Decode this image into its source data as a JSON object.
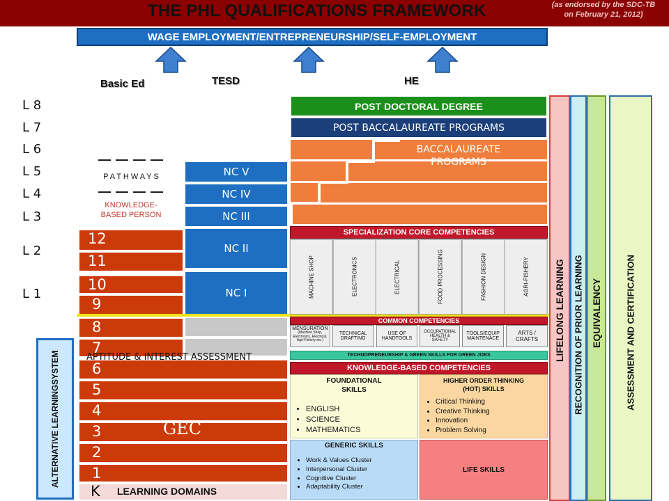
{
  "header": {
    "title": "THE PHL QUALIFICATIONS FRAMEWORK",
    "note_line1": "(as endorsed by the SDC-TB",
    "note_line2": "on February 21, 2012)"
  },
  "wage_bar": "WAGE EMPLOYMENT/ENTREPRENEURSHIP/SELF-EMPLOYMENT",
  "columns": {
    "basic_ed": "Basic Ed",
    "tesd": "TESD",
    "he": "HE"
  },
  "levels": [
    "L 8",
    "L 7",
    "L 6",
    "L 5",
    "L 4",
    "L 3",
    "L 2",
    "L 1"
  ],
  "pathways": {
    "dashes_top": "— — — —",
    "label": "P A T H W A Y S",
    "dashes_bottom": "— — — —",
    "knowledge_based_line1": "KNOWLEDGE-",
    "knowledge_based_line2": "BASED PERSON"
  },
  "tesd_levels": {
    "nc5": "NC V",
    "nc4": "NC IV",
    "nc3": "NC III",
    "nc2": "NC II",
    "nc1": "NC I"
  },
  "grades": [
    "12",
    "11",
    "10",
    "9",
    "8",
    "7",
    "6",
    "5",
    "4",
    "3",
    "2",
    "1",
    "K"
  ],
  "gec": "GEC",
  "aptitude": "APTITUDE & INTEREST ASSESSMENT",
  "learning_domains": "LEARNING DOMAINS",
  "als": {
    "line1": "ALTERNATIVE LEARNING",
    "line2": "SYSTEM"
  },
  "he": {
    "post_doctoral": "POST DOCTORAL DEGREE",
    "post_bacc": "POST BACCALAUREATE PROGRAMS",
    "bacc_line1": "BACCALAUREATE",
    "bacc_line2": "PROGRAMS"
  },
  "specialization": {
    "title": "SPECIALIZATION CORE COMPETENCIES",
    "items": [
      "MACHINE SHOP",
      "ELECTRONICS",
      "ELECTRICAL",
      "FOOD PROCESSING",
      "FASHION DESIGN",
      "AGRI-FISHERY"
    ]
  },
  "common": {
    "title": "COMMON COMPETENCIES",
    "mensuration": "MENSURATION",
    "mensuration_sub": "(Machine Shop, Electronics, Electrical, Agri-Fishery etc.)",
    "technical_drafting": "TECHNICAL DRAFTING",
    "hand_tools": "USE OF HANDTOOLS",
    "ohs": "OCCUPATIONAL HEALTH & SAFETY",
    "tools_maintenance": "TOOLS/EQUIP MAINTENACE",
    "arts_crafts": "ARTS / CRAFTS"
  },
  "technopreneurship": "TECHNOPRENEURSHIP & GREEN SKILLS FOR GREEN JOBS",
  "knowledge_based": "KNOWLEDGE-BASED COMPETENCIES",
  "foundational": {
    "title_line1": "FOUNDATIONAL",
    "title_line2": "SKILLS",
    "items": [
      "ENGLISH",
      "SCIENCE",
      "MATHEMATICS"
    ]
  },
  "hot": {
    "title_line1": "HIGHER ORDER THINKING",
    "title_line2": "(HOT) SKILLS",
    "items": [
      "Critical Thinking",
      "Creative Thinking",
      "Innovation",
      "Problem Solving"
    ]
  },
  "generic": {
    "title": "GENERIC SKILLS",
    "items": [
      "Work & Values Cluster",
      "Interpersonal Cluster",
      "Cognitive Cluster",
      "Adaptability Cluster"
    ]
  },
  "life_skills": "LIFE SKILLS",
  "side": {
    "lifelong": "LIFELONG LEARNING",
    "rpl": "RECOGNITION OF PRIOR LEARNING",
    "equivalency": "EQUIVALENCY",
    "assessment": "ASSESSMENT AND CERTIFICATION"
  },
  "colors": {
    "dark_red": "#8b0000",
    "orange_red": "#cc3a0a",
    "tesd_blue": "#1e6fc2",
    "he_orange": "#ef7e3c",
    "green": "#1a8f1a",
    "navy": "#1b3f7a",
    "crimson": "#c0182a",
    "lifelong_pink": "#f7c6c4",
    "rpl_cyan": "#cbeff0",
    "equiv_lime": "#c9e79a",
    "assess_pale": "#eaf7c4"
  }
}
